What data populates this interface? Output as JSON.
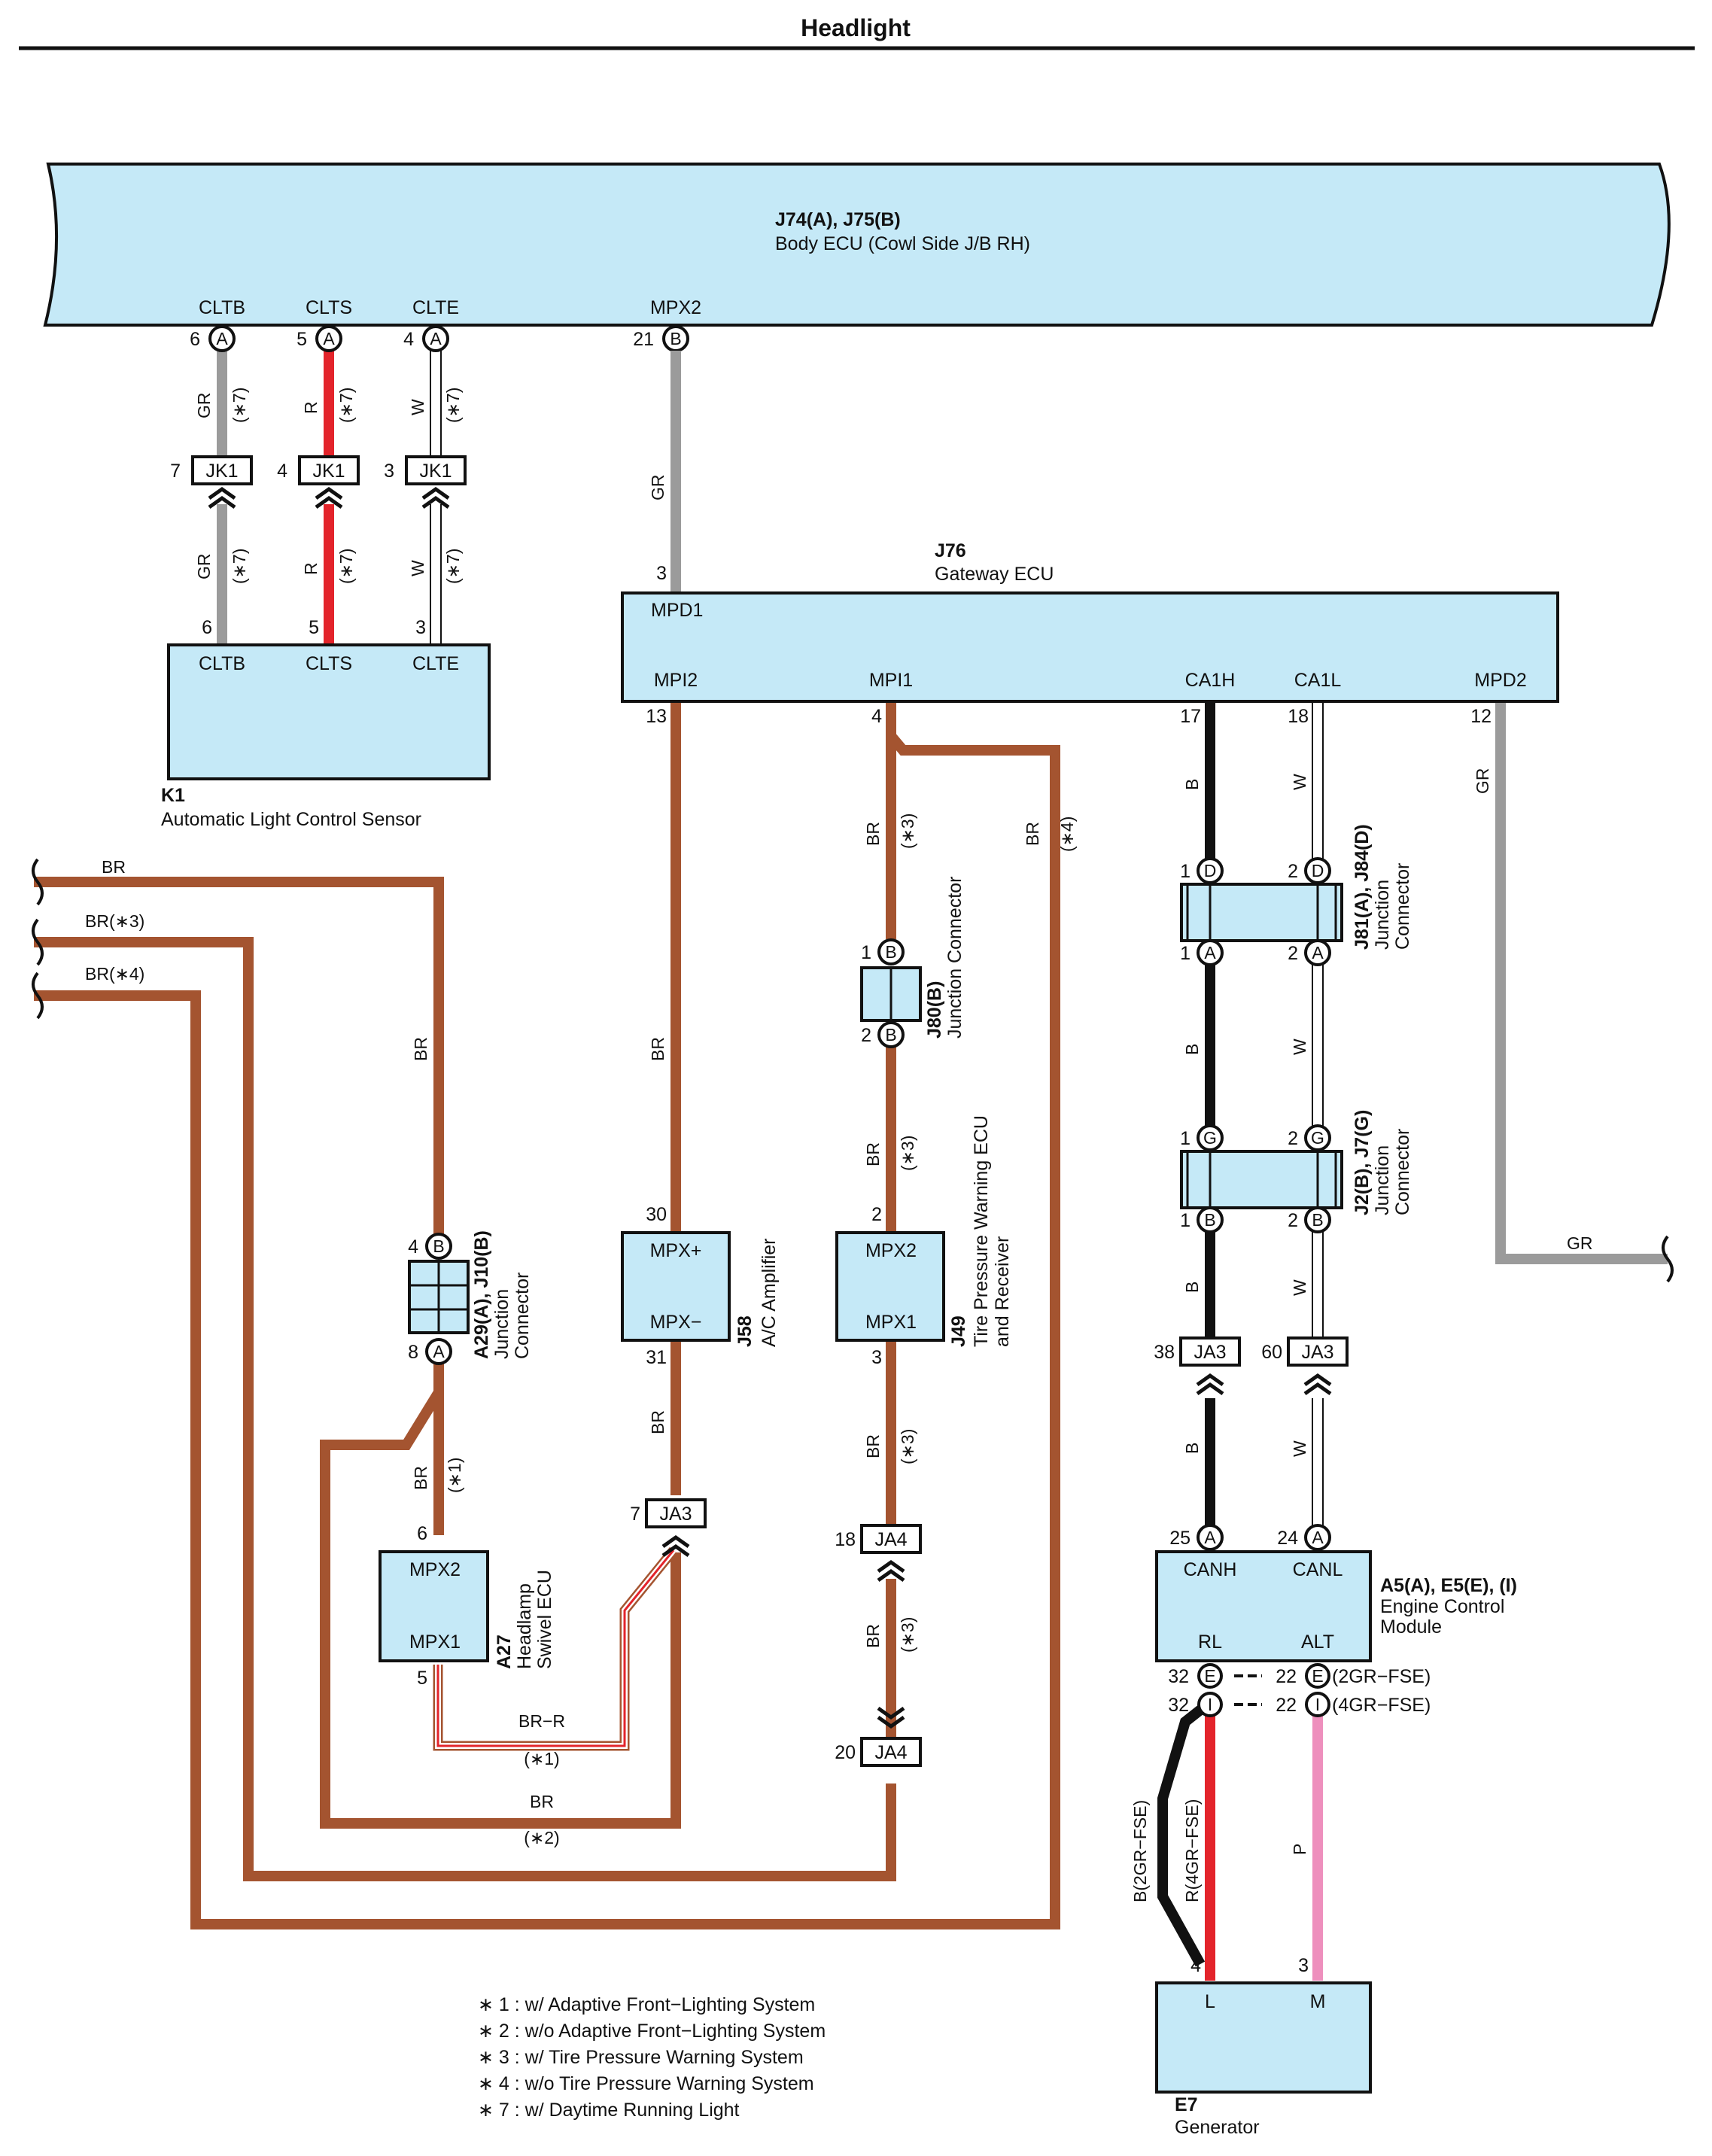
{
  "title": "Headlight",
  "body_ecu": {
    "code": "J74(A), J75(B)",
    "name": "Body ECU (Cowl Side J/B RH)",
    "pins": {
      "cltb": "CLTB",
      "clts": "CLTS",
      "clte": "CLTE",
      "mpx2": "MPX2"
    },
    "pin_nums": {
      "cltb": "6",
      "clts": "5",
      "clte": "4",
      "mpx2": "21"
    },
    "pin_conn": {
      "a": "A",
      "b": "B"
    }
  },
  "k1": {
    "code": "K1",
    "name": "Automatic Light Control Sensor",
    "pins": {
      "cltb": "CLTB",
      "clts": "CLTS",
      "clte": "CLTE"
    },
    "pin_nums": {
      "cltb": "6",
      "clts": "5",
      "clte": "3"
    }
  },
  "jk1": {
    "label": "JK1",
    "nums": {
      "a": "7",
      "b": "4",
      "c": "3"
    }
  },
  "gateway": {
    "code": "J76",
    "name": "Gateway ECU",
    "pins": {
      "mpd1": "MPD1",
      "mpi2": "MPI2",
      "mpi1": "MPI1",
      "ca1h": "CA1H",
      "ca1l": "CA1L",
      "mpd2": "MPD2"
    },
    "pin_nums": {
      "mpd1": "3",
      "mpi2": "13",
      "mpi1": "4",
      "ca1h": "17",
      "ca1l": "18",
      "mpd2": "12"
    }
  },
  "j81": {
    "code": "J81(A), J84(D)",
    "name1": "Junction",
    "name2": "Connector",
    "nums": {
      "d1": "1",
      "d2": "2",
      "a1": "1",
      "a2": "2"
    },
    "conn": {
      "d": "D",
      "a": "A"
    }
  },
  "j2": {
    "code": "J2(B), J7(G)",
    "name1": "Junction",
    "name2": "Connector",
    "nums": {
      "g1": "1",
      "g2": "2",
      "b1": "1",
      "b2": "2"
    },
    "conn": {
      "g": "G",
      "b": "B"
    }
  },
  "j80": {
    "code": "J80(B)",
    "name": "Junction Connector",
    "nums": {
      "top": "1",
      "bot": "2"
    },
    "conn": "B"
  },
  "j58": {
    "code": "J58",
    "name": "A/C Amplifier",
    "pins": {
      "plus": "MPX+",
      "minus": "MPX−"
    },
    "pin_nums": {
      "plus": "30",
      "minus": "31"
    }
  },
  "j49": {
    "code": "J49",
    "name1": "Tire Pressure Warning ECU",
    "name2": "and Receiver",
    "pins": {
      "mpx2": "MPX2",
      "mpx1": "MPX1"
    },
    "pin_nums": {
      "mpx2": "2",
      "mpx1": "3"
    }
  },
  "a29": {
    "code": "A29(A), J10(B)",
    "name1": "Junction",
    "name2": "Connector",
    "nums": {
      "top": "4",
      "bot": "8"
    },
    "conn": {
      "b": "B",
      "a": "A"
    }
  },
  "a27": {
    "code": "A27",
    "name1": "Headlamp",
    "name2": "Swivel ECU",
    "pins": {
      "mpx2": "MPX2",
      "mpx1": "MPX1"
    },
    "pin_nums": {
      "mpx2": "6",
      "mpx1": "5"
    }
  },
  "ja3": {
    "label": "JA3",
    "nums": {
      "left": "7",
      "b": "38",
      "w": "60"
    }
  },
  "ja4": {
    "label": "JA4",
    "nums": {
      "top": "18",
      "bot": "20"
    }
  },
  "ecm": {
    "code": "A5(A), E5(E), (I)",
    "name1": "Engine Control",
    "name2": "Module",
    "pins": {
      "canh": "CANH",
      "canl": "CANL",
      "rl": "RL",
      "alt": "ALT"
    },
    "pin_nums": {
      "canh": "25",
      "canl": "24",
      "rl": "32",
      "alt": "22"
    },
    "conn": {
      "a": "A",
      "e": "E",
      "i": "I"
    },
    "variant_e": "(2GR−FSE)",
    "variant_i": "(4GR−FSE)"
  },
  "e7": {
    "code": "E7",
    "name": "Generator",
    "pins": {
      "l": "L",
      "m": "M"
    },
    "pin_nums": {
      "l": "4",
      "m": "3"
    }
  },
  "wire_labels": {
    "gr": "GR",
    "r": "R",
    "w": "W",
    "b": "B",
    "br": "BR",
    "p": "P",
    "br3": "BR(∗3)",
    "br4": "BR(∗4)",
    "brr": "BR−R",
    "b2gr": "B(2GR−FSE)",
    "r4gr": "R(4GR−FSE)"
  },
  "marks": {
    "n1": "(∗1)",
    "n2": "(∗2)",
    "n3": "(∗3)",
    "n4": "(∗4)",
    "n7": "(∗7)"
  },
  "legend": [
    "∗ 1 : w/ Adaptive Front−Lighting System",
    "∗ 2 : w/o Adaptive Front−Lighting System",
    "∗ 3 : w/ Tire Pressure Warning System",
    "∗ 4 : w/o Tire Pressure Warning System",
    "∗ 7 : w/ Daytime Running Light"
  ],
  "colors": {
    "box": "#c5e9f7",
    "brown": "#a45430",
    "red": "#e3242b",
    "gray": "#9b9b9b",
    "pink": "#ee8fbd",
    "black": "#111111"
  }
}
